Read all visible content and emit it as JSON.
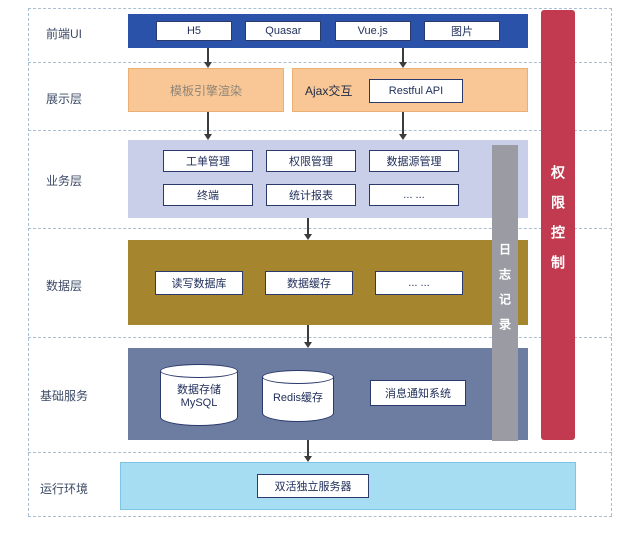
{
  "row_labels": {
    "frontend": "前端UI",
    "presentation": "展示层",
    "business": "业务层",
    "data": "数据层",
    "services": "基础服务",
    "runtime": "运行环境"
  },
  "frontend": {
    "items": [
      "H5",
      "Quasar",
      "Vue.js",
      "图片"
    ]
  },
  "presentation": {
    "template_box": "模板引擎渲染",
    "ajax_label": "Ajax交互",
    "restful_box": "Restful API"
  },
  "business": {
    "items": [
      "工单管理",
      "权限管理",
      "数据源管理",
      "终端",
      "统计报表",
      "... ..."
    ]
  },
  "data_layer": {
    "items": [
      "读写数据库",
      "数据缓存",
      "... ..."
    ]
  },
  "services": {
    "mysql_line1": "数据存储",
    "mysql_line2": "MySQL",
    "redis": "Redis缓存",
    "notify": "消息通知系统"
  },
  "runtime": {
    "server": "双活独立服务器"
  },
  "sidebars": {
    "log": "日志记录",
    "permission": "权限控制"
  },
  "colors": {
    "frontend_bar": "#2a52a8",
    "presentation_box": "#f8c795",
    "business_panel": "#c9cfe8",
    "data_panel": "#a5862f",
    "services_panel": "#6d7da1",
    "runtime_panel": "#a6ddf3",
    "log_bar": "#9b9ca3",
    "permission_bar": "#c23a50"
  }
}
